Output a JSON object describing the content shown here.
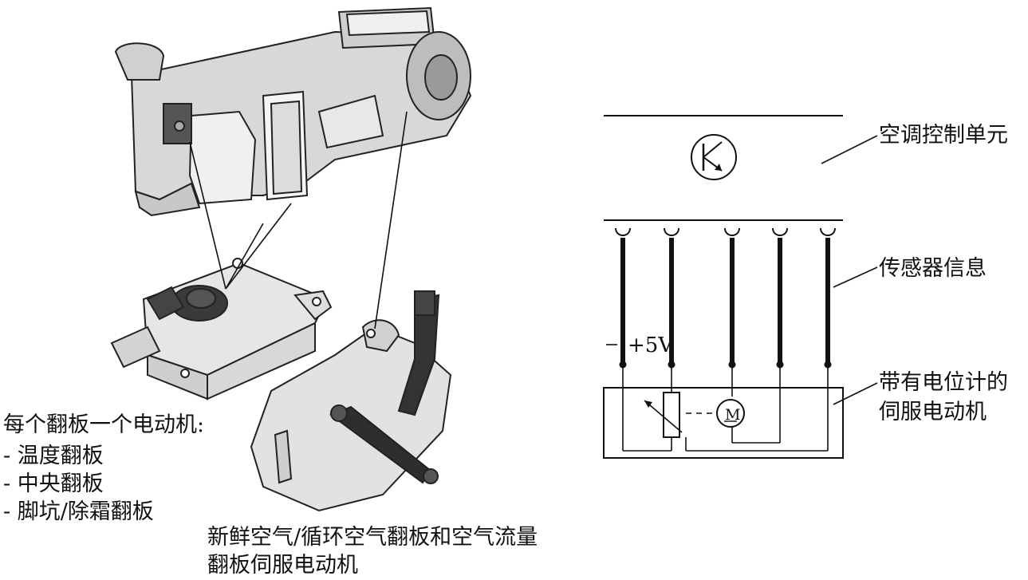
{
  "labels": {
    "climate_control_unit": "空调控制单元",
    "sensor_info": "传感器信息",
    "servo_motor_line1": "带有电位计的",
    "servo_motor_line2": "伺服电动机",
    "voltage": "+5V",
    "motor_symbol": "M",
    "flaps_title": "每个翻板一个电动机:",
    "flap_temperature": "- 温度翻板",
    "flap_central": "- 中央翻板",
    "flap_footwell": "- 脚坑/除霜翻板",
    "caption_line1": "新鲜空气/循环空气翻板和空气流量",
    "caption_line2": "翻板伺服电动机"
  }
}
